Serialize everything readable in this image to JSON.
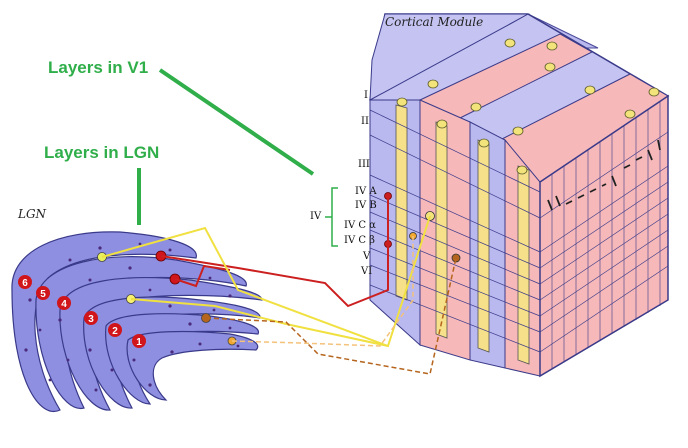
{
  "title_cortical": "Cortical Module",
  "label_lgn_small": "LGN",
  "label_v1": "Layers in V1",
  "label_lgn": "Layers in LGN",
  "colors": {
    "green": "#2fae4a",
    "lgn_fill": "#8e8fe0",
    "lgn_dots": "#4a2a7a",
    "blue_col": "#b9b8ef",
    "pink_col": "#f6b8b8",
    "yellow_stripe": "#f7e08a",
    "neuron_yellow": "#f2e37a",
    "red_line": "#cc1f1f",
    "yellow_line": "#f0e040",
    "brown_line": "#b5651d",
    "orange_line": "#f4c27a"
  },
  "cortex_layers": [
    {
      "key": "I",
      "label": "I"
    },
    {
      "key": "II",
      "label": "II"
    },
    {
      "key": "III",
      "label": "III"
    },
    {
      "key": "IVA",
      "label": "IV A"
    },
    {
      "key": "IVB",
      "label": "IV B"
    },
    {
      "key": "IVCa",
      "label": "IV C α"
    },
    {
      "key": "IVCb",
      "label": "IV C β"
    },
    {
      "key": "V",
      "label": "V"
    },
    {
      "key": "VI",
      "label": "VI"
    }
  ],
  "layer_IV_label": "IV",
  "lgn_layers": [
    "1",
    "2",
    "3",
    "4",
    "5",
    "6"
  ]
}
